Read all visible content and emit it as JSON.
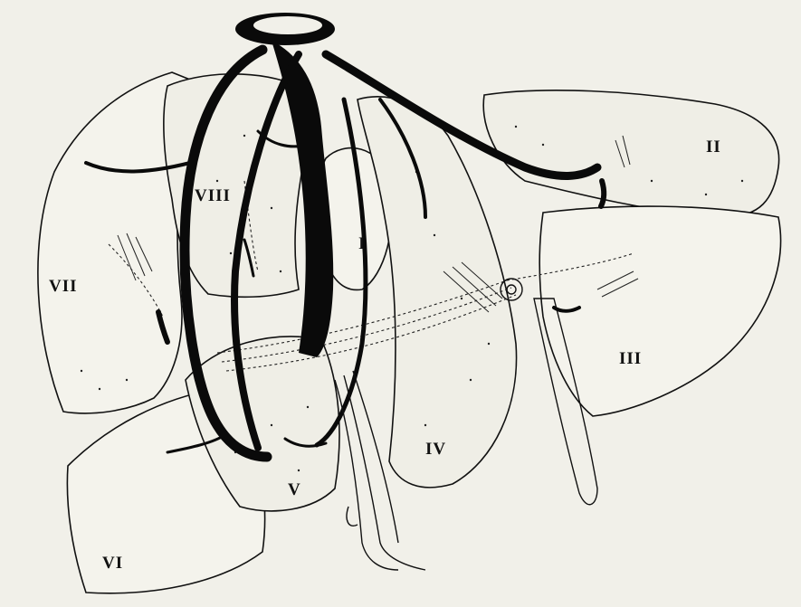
{
  "diagram": {
    "segment_labels": [
      {
        "id": "segment-ii",
        "text": "II"
      },
      {
        "id": "segment-iii",
        "text": "III"
      },
      {
        "id": "segment-iv",
        "text": "IV"
      },
      {
        "id": "segment-v",
        "text": "V"
      },
      {
        "id": "segment-vi",
        "text": "VI"
      },
      {
        "id": "segment-vii",
        "text": "VII"
      },
      {
        "id": "segment-viii",
        "text": "VIII"
      },
      {
        "id": "segment-i",
        "text": "I"
      }
    ]
  },
  "colors": {
    "background": "#f1f0e9",
    "ink": "#0a0a0a",
    "lobe_fill": "#f4f3ec"
  }
}
